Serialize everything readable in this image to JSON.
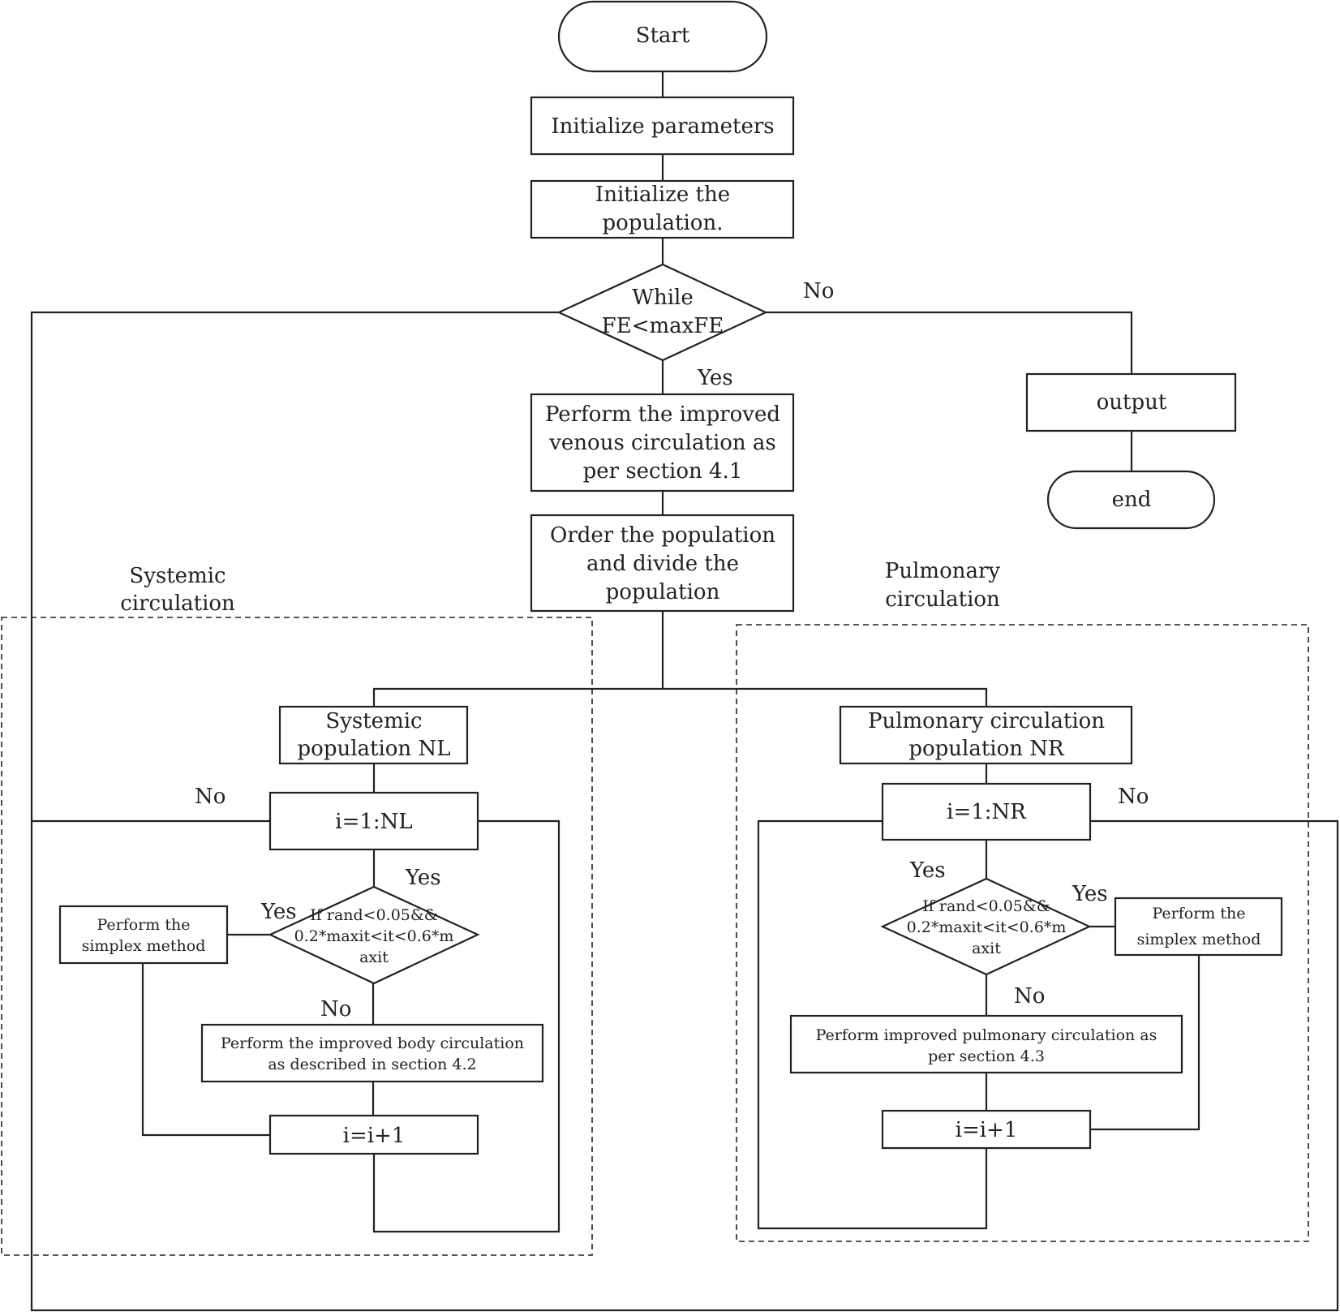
{
  "diagram": {
    "nodes": {
      "start": "Start",
      "init_params": "Initialize parameters",
      "init_pop": [
        "Initialize the",
        "population."
      ],
      "while_cond": [
        "While",
        "FE<maxFE"
      ],
      "venous": [
        "Perform the improved",
        "venous circulation as",
        "per section 4.1"
      ],
      "order": [
        "Order the population",
        "and divide the",
        "population"
      ],
      "output": "output",
      "end": "end",
      "sys_pop": [
        "Systemic",
        "population NL"
      ],
      "sys_loop": "i=1:NL",
      "sys_cond": [
        "If rand<0.05&&",
        "0.2*maxit<it<0.6*m",
        "axit"
      ],
      "sys_simplex": [
        "Perform the",
        "simplex method"
      ],
      "sys_body": [
        "Perform the improved body circulation",
        "as described in section 4.2"
      ],
      "sys_incr": "i=i+1",
      "pul_pop": [
        "Pulmonary circulation",
        "population NR"
      ],
      "pul_loop": "i=1:NR",
      "pul_cond": [
        "If rand<0.05&&",
        "0.2*maxit<it<0.6*m",
        "axit"
      ],
      "pul_simplex": [
        "Perform the",
        "simplex method"
      ],
      "pul_body": [
        "Perform improved pulmonary circulation as",
        "per section 4.3"
      ],
      "pul_incr": "i=i+1"
    },
    "groups": {
      "systemic": [
        "Systemic",
        "circulation"
      ],
      "pulmonary": [
        "Pulmonary",
        "circulation"
      ]
    },
    "edge_labels": {
      "while_no": "No",
      "while_yes": "Yes",
      "sys_loop_no": "No",
      "sys_loop_yes": "Yes",
      "sys_cond_yes": "Yes",
      "sys_cond_no": "No",
      "pul_loop_no": "No",
      "pul_loop_yes": "Yes",
      "pul_cond_yes": "Yes",
      "pul_cond_no": "No"
    }
  }
}
